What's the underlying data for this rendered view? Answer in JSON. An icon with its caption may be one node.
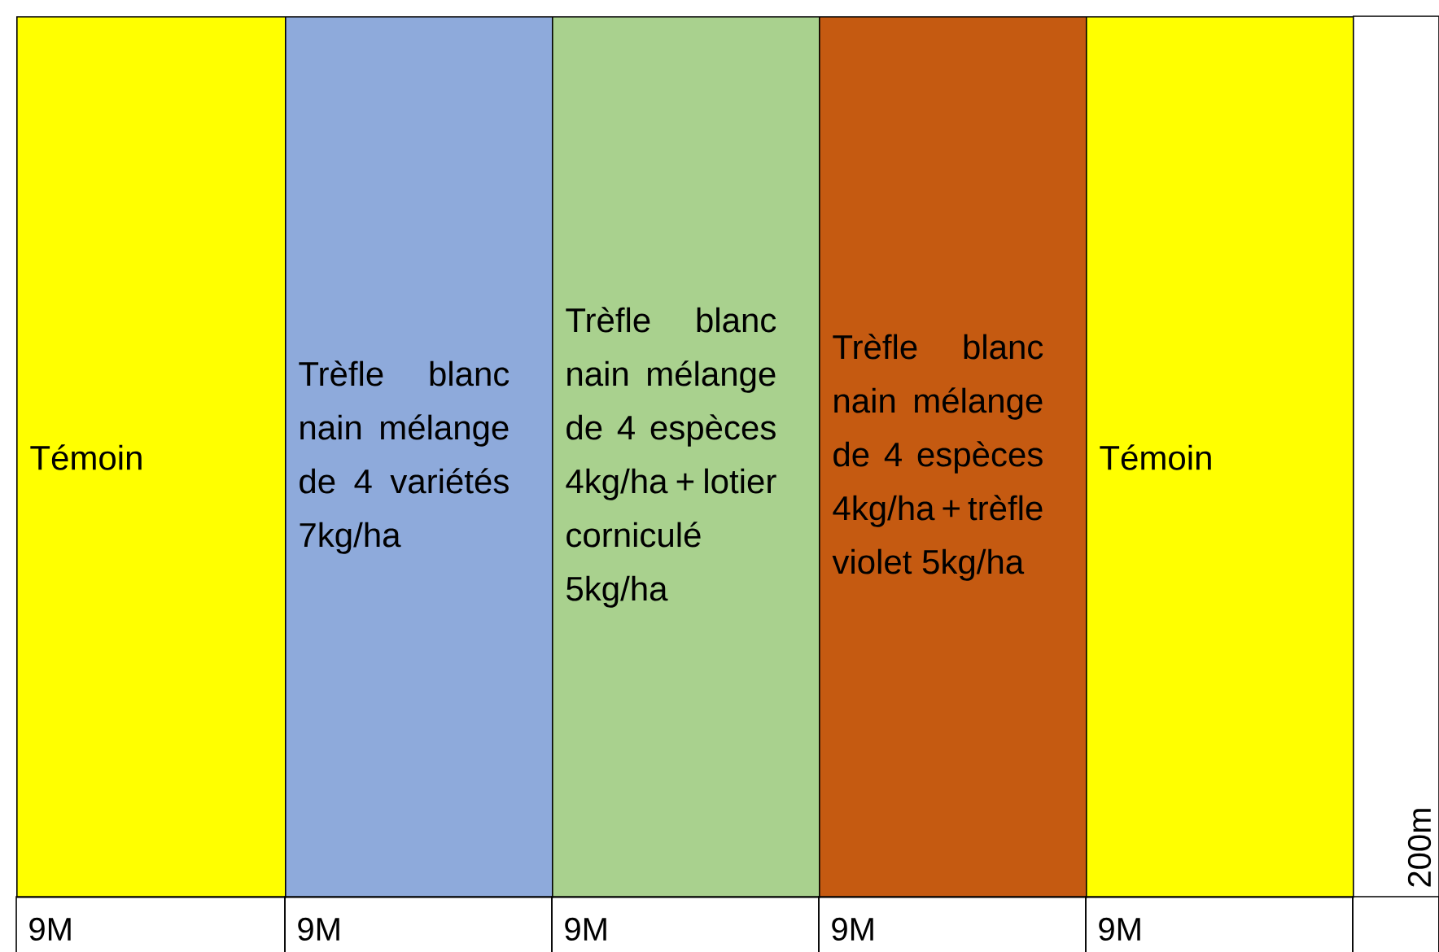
{
  "diagram": {
    "nodes": [
      {
        "text": [
          "Témoin"
        ]
      },
      {
        "text": [
          "Trèfle blanc nain mélange de 4 variétés 7kg/ha"
        ]
      },
      {
        "text": [
          "Trèfle blanc nain mélange de 4 espèces 4kg/ha + lotier corniculé 5kg/ha"
        ]
      },
      {
        "text": [
          "Trèfle blanc nain mélange de 4 espèces 4kg/ha + trèfle violet 5kg/ha"
        ]
      },
      {
        "text": [
          "Témoin"
        ]
      }
    ],
    "labels": [
      "200m",
      "9M",
      "9M",
      "9M",
      "9M",
      "9M"
    ]
  }
}
